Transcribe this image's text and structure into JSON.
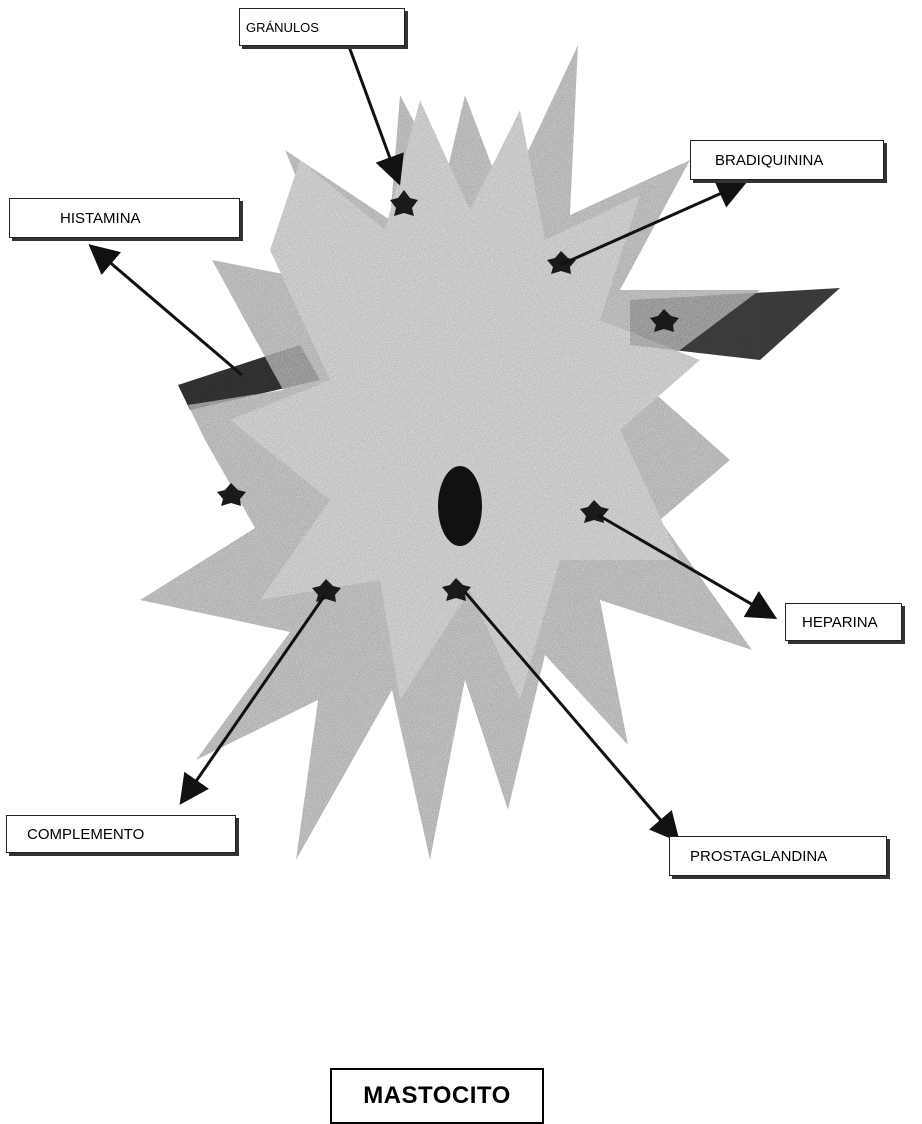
{
  "labels": {
    "granulos": "GRÁNULOS",
    "bradiquinina": "BRADIQUININA",
    "histamina": "HISTAMINA",
    "heparina": "HEPARINA",
    "complemento": "COMPLEMENTO",
    "prostaglandina": "PROSTAGLANDINA"
  },
  "title": "MASTOCITO",
  "colors": {
    "cell": "#9a9a9a",
    "granule": "#1a1a1a",
    "arrow": "#111111",
    "plate": "#3a3a3a"
  }
}
